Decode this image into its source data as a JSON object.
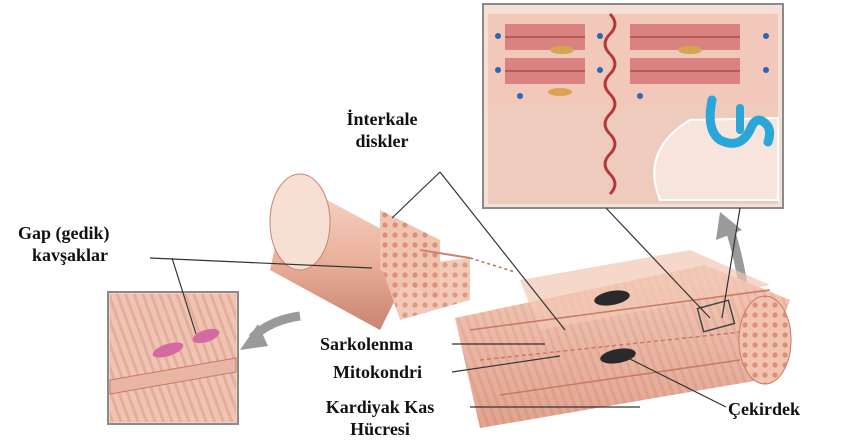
{
  "labels": {
    "intercalated_discs": [
      "İnterkale",
      "diskler"
    ],
    "gap_junctions": [
      "Gap (gedik)",
      "kavşaklar"
    ],
    "sarcolemma": "Sarkolenma",
    "mitochondria": "Mitokondri",
    "cardiac_cell": [
      "Kardiyak Kas",
      "Hücresi"
    ],
    "nucleus": "Çekirdek"
  },
  "colors": {
    "muscle_light": "#f4c9b6",
    "muscle_mid": "#e8a68e",
    "muscle_dark": "#c97a63",
    "striation": "#d88d7a",
    "nucleus": "#2a2a2a",
    "mitochondria": "#d36aa3",
    "disc_wave": "#b23a3a",
    "tubule_blue": "#2aa6d9",
    "arrow_gray": "#9a9a9a",
    "leader_line": "#333333",
    "inset_border": "#8a8a8a"
  }
}
